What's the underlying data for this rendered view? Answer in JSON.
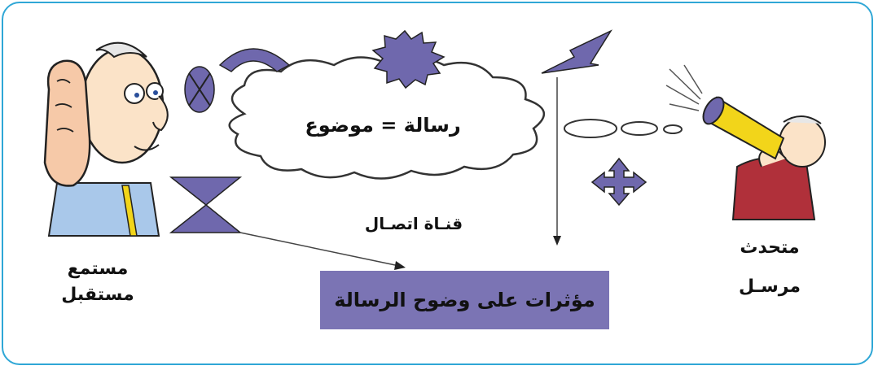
{
  "message_label": "رسالة = موضوع",
  "channel_label": "قنـاة اتصـال",
  "influences_label": "مؤثرات على وضوح الرسالة",
  "listener": {
    "line1": "مستمع",
    "line2": "مستقبل"
  },
  "speaker": {
    "line1": "متحدث",
    "line2": "مرسـل"
  },
  "colors": {
    "frame": "#2fa7d6",
    "shapes": "#6f68ad",
    "box": "#7b74b4",
    "megaphone": "#f2d51a",
    "speaker_coat": "#b0303a",
    "listener_shirt": "#a9c8ea"
  }
}
